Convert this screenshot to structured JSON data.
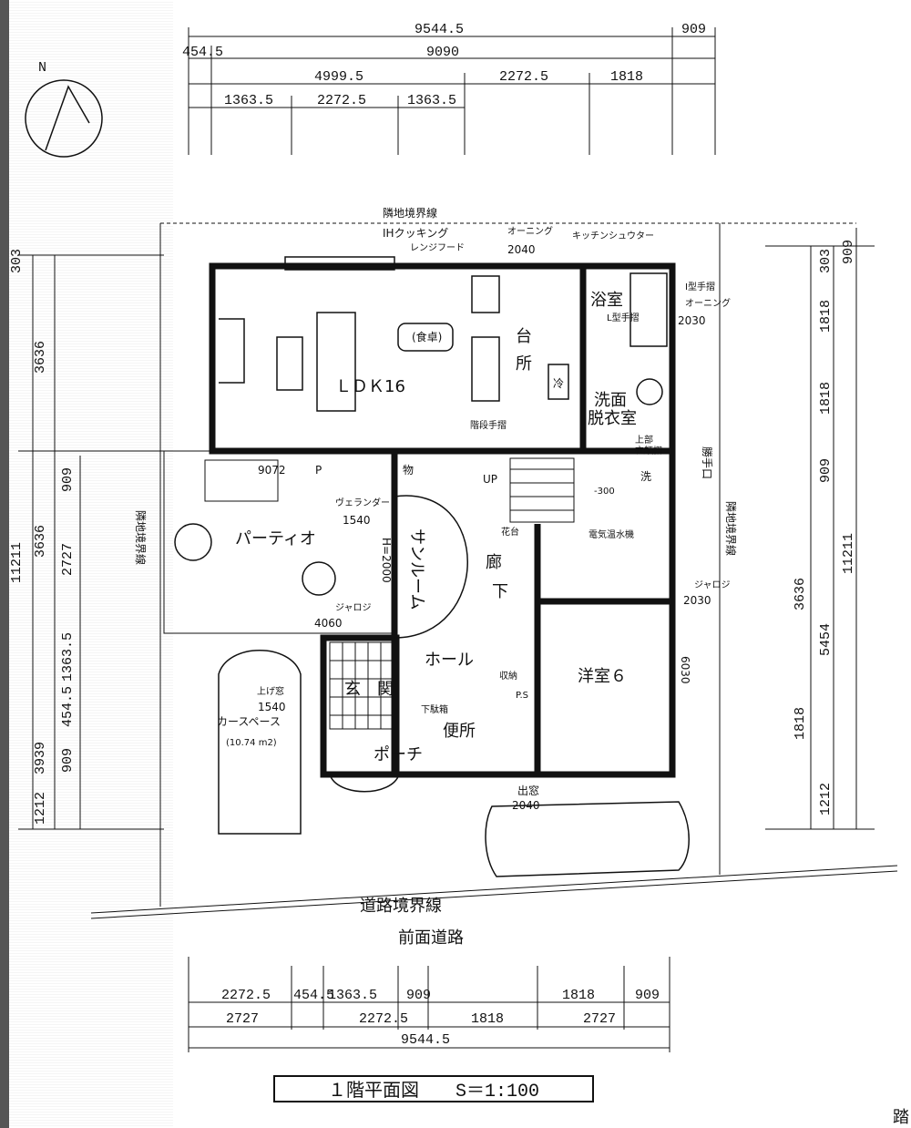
{
  "dimensions": {
    "top": {
      "overall": "9544.5",
      "right_ext": "909",
      "left_small": "454.5",
      "main": "9090",
      "row3": [
        "4999.5",
        "2272.5",
        "1818"
      ],
      "row4": [
        "1363.5",
        "2272.5",
        "1363.5"
      ]
    },
    "left": [
      "303",
      "3636",
      "11211",
      "909",
      "3636",
      "2727",
      "1363.5",
      "454.5",
      "3939",
      "909",
      "1212"
    ],
    "right": [
      "909",
      "303",
      "1818",
      "1818",
      "909",
      "11211",
      "3636",
      "5454",
      "1818",
      "1212"
    ],
    "bottom": {
      "row1": [
        "2272.5",
        "454.5",
        "1363.5",
        "909",
        "1818",
        "909"
      ],
      "row2": [
        "2727",
        "2272.5",
        "1818",
        "2727"
      ],
      "total": "9544.5"
    }
  },
  "rooms": {
    "ldk": "ＬＤＫ16",
    "dining": "(食卓)",
    "kitchen_a": "台",
    "kitchen_b": "所",
    "bath": "浴室",
    "washroom_a": "洗面",
    "washroom_b": "脱衣室",
    "patio": "パーティオ",
    "sunroom": "サンルーム",
    "corridor": "廊",
    "corridor_b": "下",
    "hall": "ホール",
    "entrance": "玄　関",
    "toilet": "便所",
    "porch": "ポーチ",
    "western": "洋室６",
    "carport": "カースペース",
    "carport_area": "(10.74 m2)"
  },
  "labels": {
    "neighbor_top": "隣地境界線",
    "ih": "IHクッキング",
    "hood": "レンジフード",
    "awning1": "オーニング",
    "awning1_size": "2040",
    "kitchen_shutter": "キッチンシュウター",
    "i_rail": "I型手摺",
    "awning2": "オーニング",
    "awning2_size": "2030",
    "l_rail": "L型手摺",
    "fridge": "冷",
    "stair_rail": "階段手摺",
    "upper_storage": "上部",
    "upper_storage_b": "衣類棚",
    "back_door": "勝手口",
    "washer": "洗",
    "patio_size": "9072",
    "mono": "物",
    "up": "UP",
    "storage_size": "-300",
    "veranda": "ヴェランダー",
    "veranda_size": "1540",
    "heater": "電気温水機",
    "flower": "花台",
    "h2000": "H=2000",
    "jalousie": "ジャロジ",
    "jalousie_size": "4060",
    "jalousie2": "ジャロジ",
    "jalousie2_size": "2030",
    "w_6030": "6030",
    "neighbor_left": "隣地境界線",
    "neighbor_right": "隣地境界線",
    "shoe": "下駄箱",
    "storage": "収納",
    "ps": "P.S",
    "upper_window": "上げ窓",
    "upper_window_size": "1540",
    "window2": "出窓",
    "window2_size": "2040",
    "p_mark": "P",
    "road_boundary": "道路境界線",
    "front_road": "前面道路",
    "north": "N",
    "side_char": "踏"
  },
  "title": {
    "floor": "１階平面図",
    "scale": "S＝1:100"
  }
}
